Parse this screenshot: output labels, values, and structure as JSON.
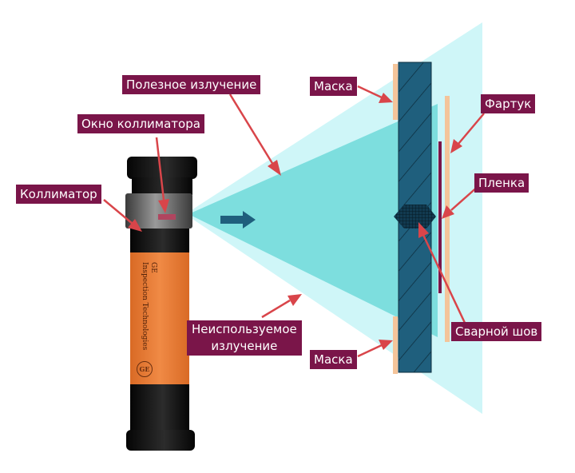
{
  "labels": {
    "useful_radiation": "Полезное излучение",
    "collimator_window": "Окно коллиматора",
    "collimator": "Коллиматор",
    "unused_radiation_line1": "Неиспользуемое",
    "unused_radiation_line2": "излучение",
    "mask_top": "Маска",
    "mask_bottom": "Маска",
    "apron": "Фартук",
    "film": "Пленка",
    "weld_seam": "Сварной шов"
  },
  "tube_brand": {
    "line1": "GE",
    "line2": "Inspection Technologies",
    "logo": "GE"
  },
  "colors": {
    "label_bg": "#7a1549",
    "arrow": "#d9454a",
    "beam_outer": "#cff6f8",
    "beam_inner": "#7ddede",
    "plate": "#1f5f7d",
    "mask": "#f4c49a",
    "film": "#7a1549",
    "tube_orange": "#e87e3a"
  }
}
